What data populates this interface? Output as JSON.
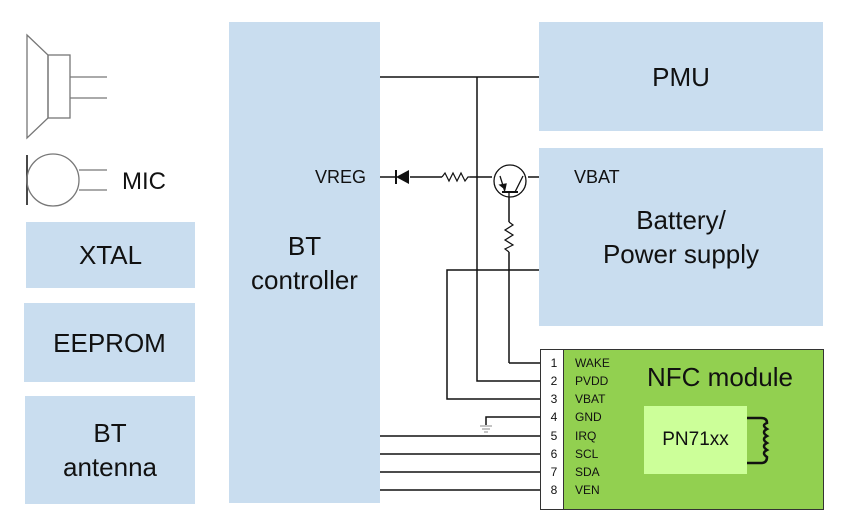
{
  "left_components": {
    "speaker_label": "",
    "mic_label": "MIC",
    "xtal_label": "XTAL",
    "eeprom_label": "EEPROM",
    "bt_antenna_label": [
      "BT",
      "antenna"
    ]
  },
  "bt_controller": {
    "label": [
      "BT",
      "controller"
    ],
    "vreg_pin_label": "VREG"
  },
  "pmu": {
    "label": "PMU"
  },
  "battery": {
    "vbat_pin_label": "VBAT",
    "label": [
      "Battery/",
      "Power supply"
    ]
  },
  "nfc_module": {
    "title": "NFC module",
    "chip_label": "PN71xx",
    "pins": [
      {
        "num": "1",
        "name": "WAKE"
      },
      {
        "num": "2",
        "name": "PVDD"
      },
      {
        "num": "3",
        "name": "VBAT"
      },
      {
        "num": "4",
        "name": "GND"
      },
      {
        "num": "5",
        "name": "IRQ"
      },
      {
        "num": "6",
        "name": "SCL"
      },
      {
        "num": "7",
        "name": "SDA"
      },
      {
        "num": "8",
        "name": "VEN"
      }
    ]
  },
  "colors": {
    "block_fill": "#c9ddef",
    "nfc_fill": "#92d050",
    "chip_fill": "#ccff99",
    "wire": "#111111"
  }
}
